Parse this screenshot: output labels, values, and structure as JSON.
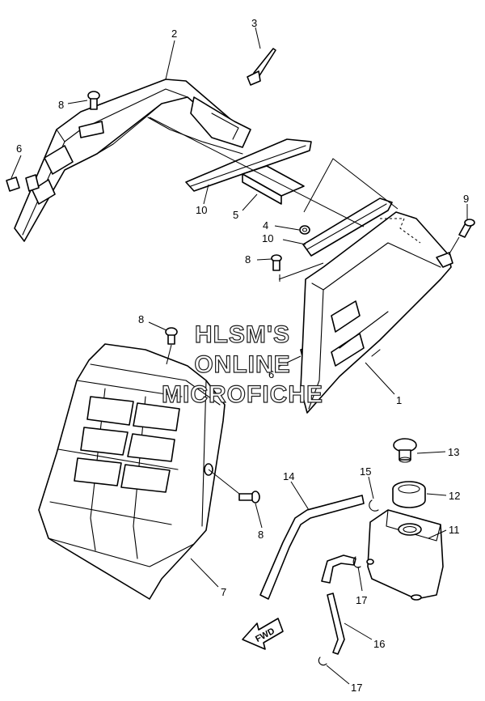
{
  "watermark": {
    "lines": [
      "HLSM'S",
      "ONLINE",
      "MICROFICHE"
    ]
  },
  "arrow_label": "FWD",
  "callouts": [
    {
      "id": "c2",
      "text": "2"
    },
    {
      "id": "c3",
      "text": "3"
    },
    {
      "id": "c8a",
      "text": "8"
    },
    {
      "id": "c6a",
      "text": "6"
    },
    {
      "id": "c10a",
      "text": "10"
    },
    {
      "id": "c5",
      "text": "5"
    },
    {
      "id": "c4",
      "text": "4"
    },
    {
      "id": "c10b",
      "text": "10"
    },
    {
      "id": "c9",
      "text": "9"
    },
    {
      "id": "c8b",
      "text": "8"
    },
    {
      "id": "c8c",
      "text": "8"
    },
    {
      "id": "c6b",
      "text": "6"
    },
    {
      "id": "c1",
      "text": "1"
    },
    {
      "id": "c13",
      "text": "13"
    },
    {
      "id": "c14",
      "text": "14"
    },
    {
      "id": "c15",
      "text": "15"
    },
    {
      "id": "c12",
      "text": "12"
    },
    {
      "id": "c11",
      "text": "11"
    },
    {
      "id": "c8d",
      "text": "8"
    },
    {
      "id": "c7",
      "text": "7"
    },
    {
      "id": "c17a",
      "text": "17"
    },
    {
      "id": "c16",
      "text": "16"
    },
    {
      "id": "c17b",
      "text": "17"
    }
  ]
}
